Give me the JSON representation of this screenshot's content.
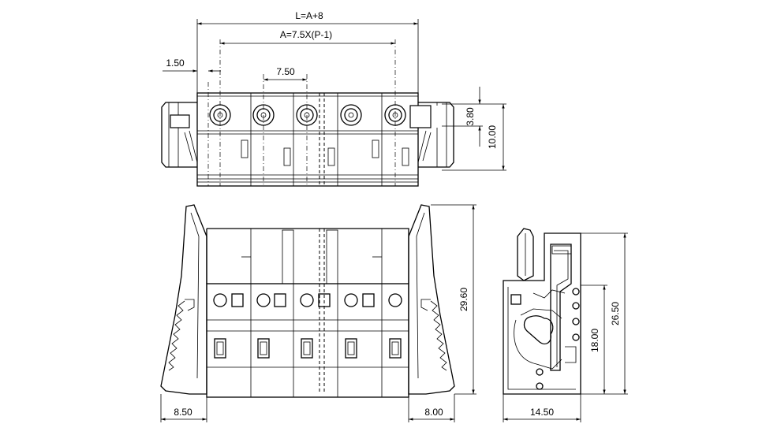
{
  "dimensions": {
    "overall_length": "L=A+8",
    "pitch_formula": "A=7.5X(P-1)",
    "end_offset": "1.50",
    "pitch": "7.50",
    "screw_height": "3.80",
    "top_height": "10.00",
    "front_height": "29.60",
    "left_flange": "8.50",
    "right_flange": "8.00",
    "side_height_total": "26.50",
    "side_height_inner": "18.00",
    "side_width": "14.50"
  }
}
